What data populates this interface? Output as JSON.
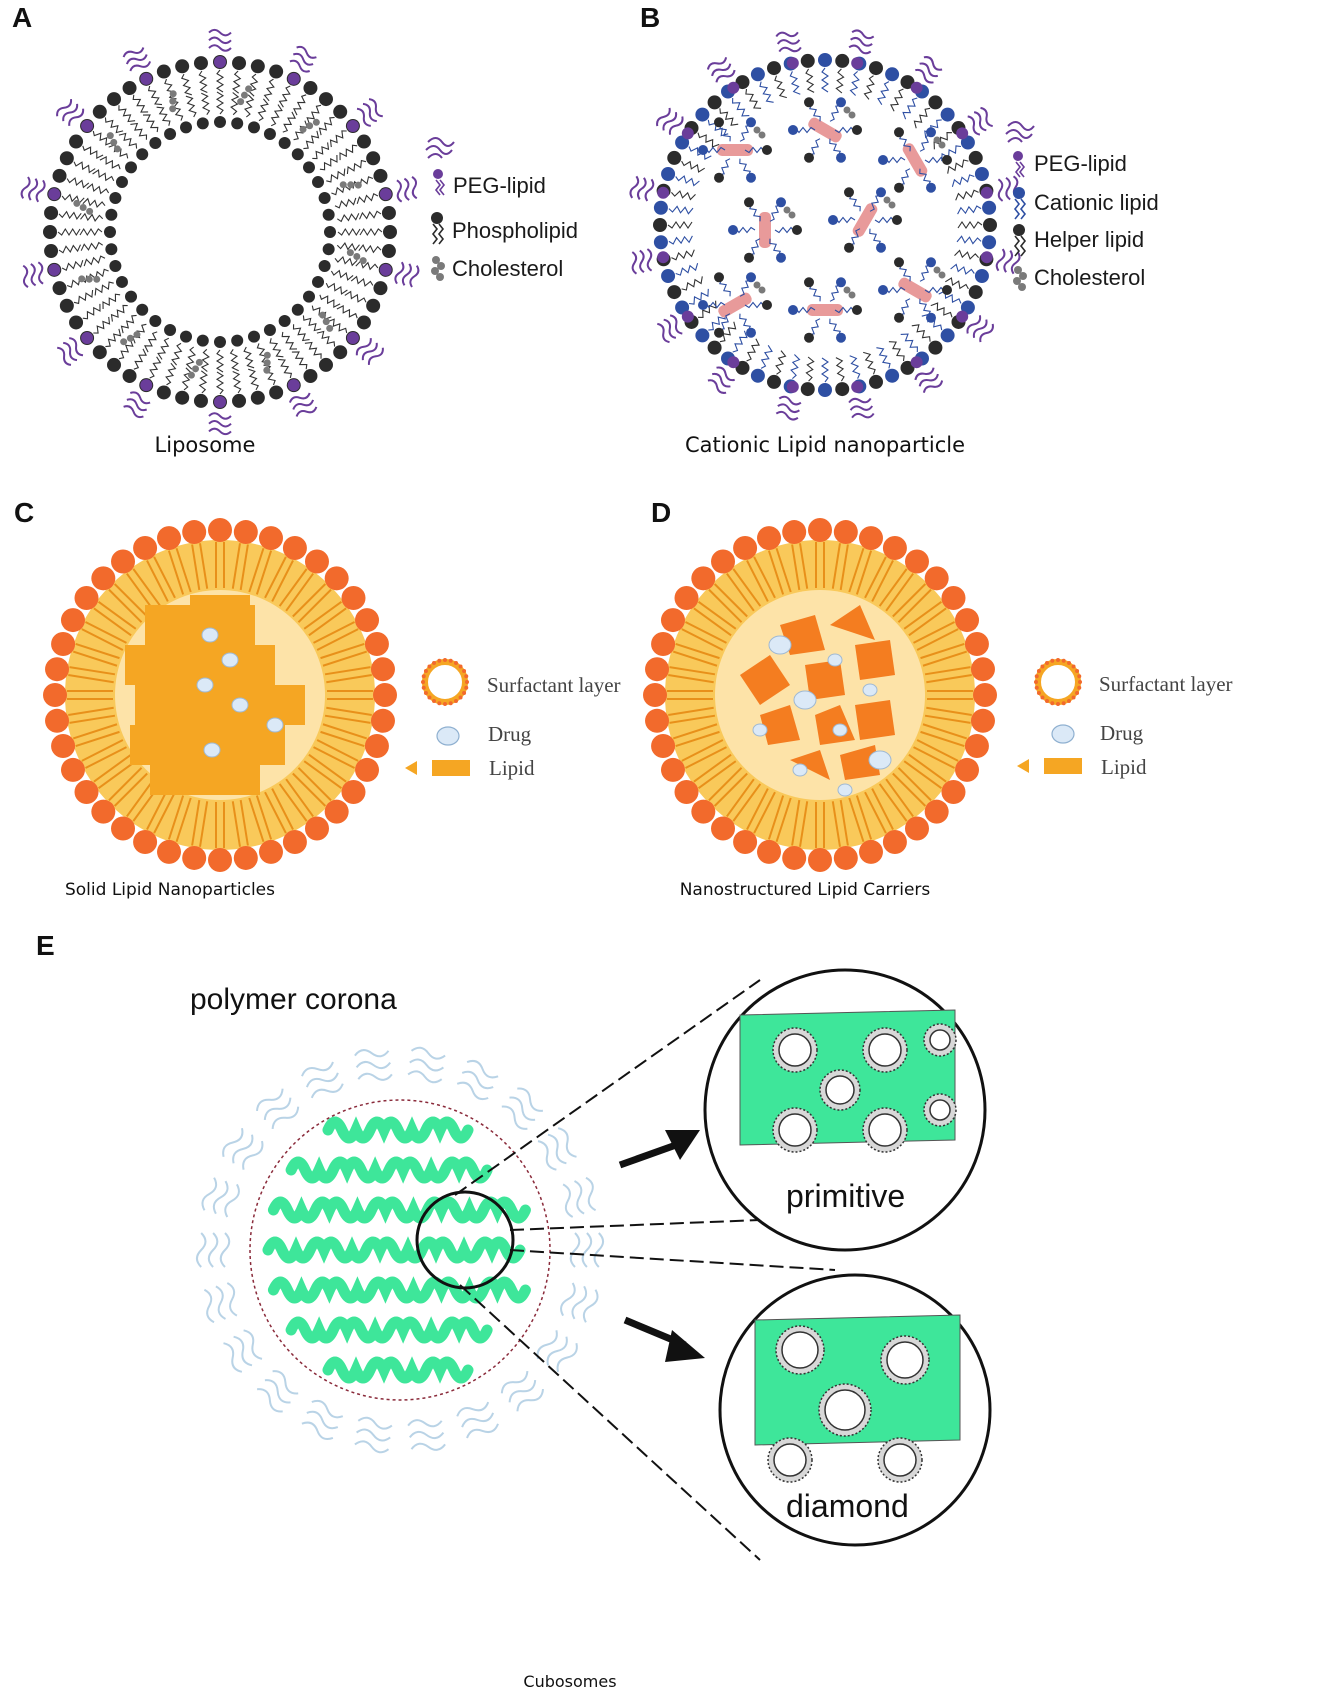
{
  "panels": {
    "A": {
      "letter": "A",
      "caption": "Liposome",
      "legend": [
        "PEG-lipid",
        "Phospholipid",
        "Cholesterol"
      ]
    },
    "B": {
      "letter": "B",
      "caption": "Cationic Lipid nanoparticle",
      "legend": [
        "PEG-lipid",
        "Cationic lipid",
        "Helper lipid",
        "Cholesterol"
      ]
    },
    "C": {
      "letter": "C",
      "caption": "Solid Lipid Nanoparticles",
      "legend": [
        "Surfactant layer",
        "Drug",
        "Lipid"
      ]
    },
    "D": {
      "letter": "D",
      "caption": "Nanostructured Lipid Carriers",
      "legend": [
        "Surfactant layer",
        "Drug",
        "Lipid"
      ]
    },
    "E": {
      "letter": "E",
      "corona_label": "polymer corona",
      "primitive_label": "primitive",
      "diamond_label": "diamond",
      "caption": "Cubosomes"
    }
  },
  "colors": {
    "peg": "#6a3d9a",
    "phospholipid_head": "#2b2b2b",
    "cholesterol": "#7a7a7a",
    "cationic": "#2e4fa3",
    "rna": "#e89a9a",
    "surfactant_head": "#f26a2c",
    "lipid": "#f5a623",
    "nlc_lipid": "#f47d20",
    "core_pale": "#fde3a8",
    "drug": "#dbe9f7",
    "cubic_green": "#3ee69a",
    "corona": "#b9d3e6"
  }
}
